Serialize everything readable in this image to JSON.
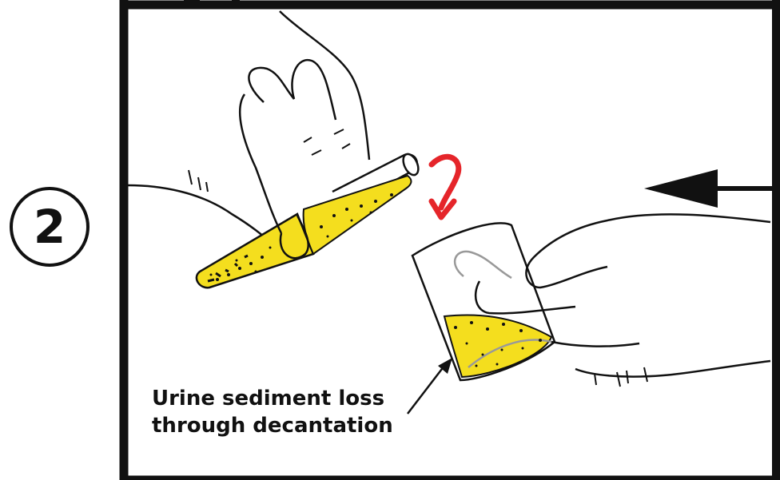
{
  "step": {
    "number": "2"
  },
  "caption": {
    "line1": "Urine sediment loss",
    "line2": "through decantation"
  },
  "colors": {
    "frame": "#111111",
    "urine": "#f4de1e",
    "pour_arrow": "#e5252a",
    "ink": "#111111"
  },
  "icons": {
    "pour_arrow": "curved-pour-arrow-icon",
    "direction_arrow": "left-arrow-icon",
    "sediment_pointer": "pointer-arrow-icon"
  }
}
